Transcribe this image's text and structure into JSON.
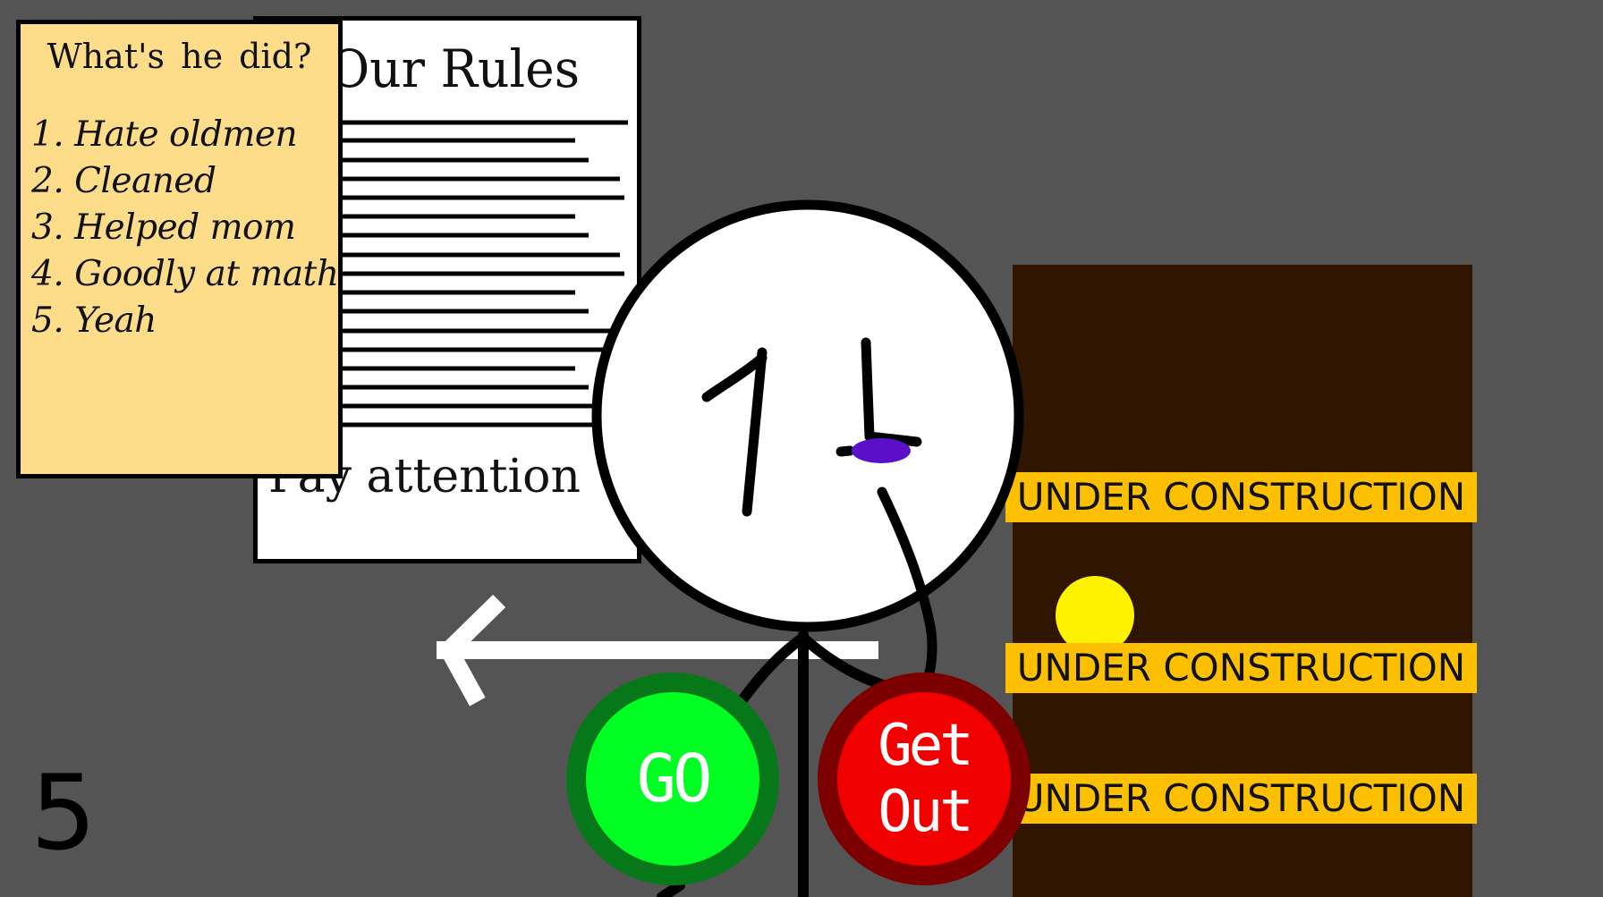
{
  "rules_poster": {
    "title": "Our Rules",
    "footer": "Pay attention"
  },
  "note": {
    "title": "What's he did?",
    "items": [
      "1. Hate oldmen",
      "2. Cleaned",
      "3. Helped mom",
      "4. Goodly at math",
      "5. Yeah"
    ]
  },
  "door": {
    "tapes": [
      "UNDER CONSTRUCTION",
      "UNDER CONSTRUCTION",
      "UNDER CONSTRUCTION"
    ]
  },
  "buttons": {
    "go": "GO",
    "get_out_line1": "Get",
    "get_out_line2": "Out"
  },
  "counter": "5",
  "colors": {
    "background": "#545454",
    "door": "#301500",
    "tape": "#fcc000",
    "knob": "#fff200",
    "note": "#fddc8a",
    "go_fill": "#00fe22",
    "go_ring": "#07781a",
    "getout_fill": "#f20000",
    "getout_ring": "#7c0000",
    "eye_purple": "#5a10c8"
  }
}
